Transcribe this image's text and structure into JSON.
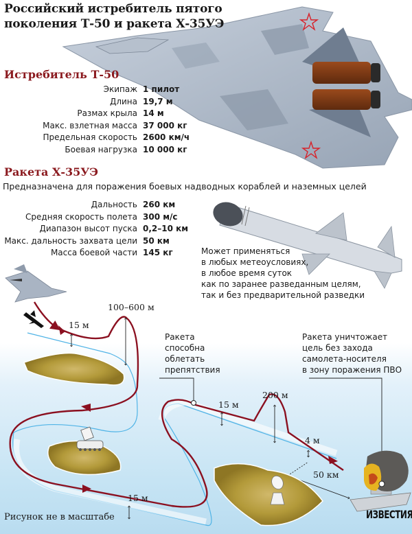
{
  "header": {
    "title_line1": "Российский истребитель пятого",
    "title_line2": "поколения Т-50 и ракета Х-35УЭ"
  },
  "fighter": {
    "heading": "Истребитель Т-50",
    "specs": [
      {
        "label": "Экипаж",
        "value": "1 пилот"
      },
      {
        "label": "Длина",
        "value": "19,7 м"
      },
      {
        "label": "Размах крыла",
        "value": "14 м"
      },
      {
        "label": "Макс. взлетная масса",
        "value": "37 000 кг"
      },
      {
        "label": "Предельная скорость",
        "value": "2600 км/ч"
      },
      {
        "label": "Боевая нагрузка",
        "value": "10 000 кг"
      }
    ]
  },
  "missile": {
    "heading": "Ракета Х-35УЭ",
    "purpose": "Предназначена для поражения боевых надводных кораблей и наземных целей",
    "specs": [
      {
        "label": "Дальность",
        "value": "260 км"
      },
      {
        "label": "Средняя скорость полета",
        "value": "300 м/с"
      },
      {
        "label": "Диапазон высот пуска",
        "value": "0,2–10 км"
      },
      {
        "label": "Макс. дальность захвата цели",
        "value": "50 км"
      },
      {
        "label": "Масса боевой части",
        "value": "145 кг"
      }
    ],
    "capability_note": [
      "Может применяться",
      "в любых метеоусловиях,",
      "в любое время суток",
      "как по заранее разведанным целям,",
      "так и без предварительной разведки"
    ]
  },
  "trajectory": {
    "dimensions": {
      "first_low": "15 м",
      "climb": "100–600 м",
      "second_low": "15 м",
      "hop": "200 м",
      "terminal": "4 м",
      "lower_low": "15 м",
      "seeker_range": "50 км"
    },
    "callouts": {
      "obstacle": [
        "Ракета",
        "способна",
        "облетать",
        "препятствия"
      ],
      "strike": [
        "Ракета уничтожает",
        "цель без захода",
        "самолета-носителя",
        "в зону поражения ПВО"
      ]
    },
    "icons": [
      "fighter-jet-icon",
      "missile-icon",
      "island-icon",
      "tank-launcher-icon",
      "radar-dish-icon",
      "warship-target-icon",
      "explosion-icon",
      "red-star-icon"
    ]
  },
  "colors": {
    "heading_red": "#8b1a1f",
    "trajectory_red": "#8b1020",
    "ground_line_blue": "#4fb3e6",
    "island_olive": "#a88d2c",
    "sea_blue": "#c6e4f4",
    "jet_grey": "#a9b4c3"
  },
  "footer": {
    "scale_note": "Рисунок не в масштабе",
    "source": "ИЗВЕСТИЯ"
  }
}
